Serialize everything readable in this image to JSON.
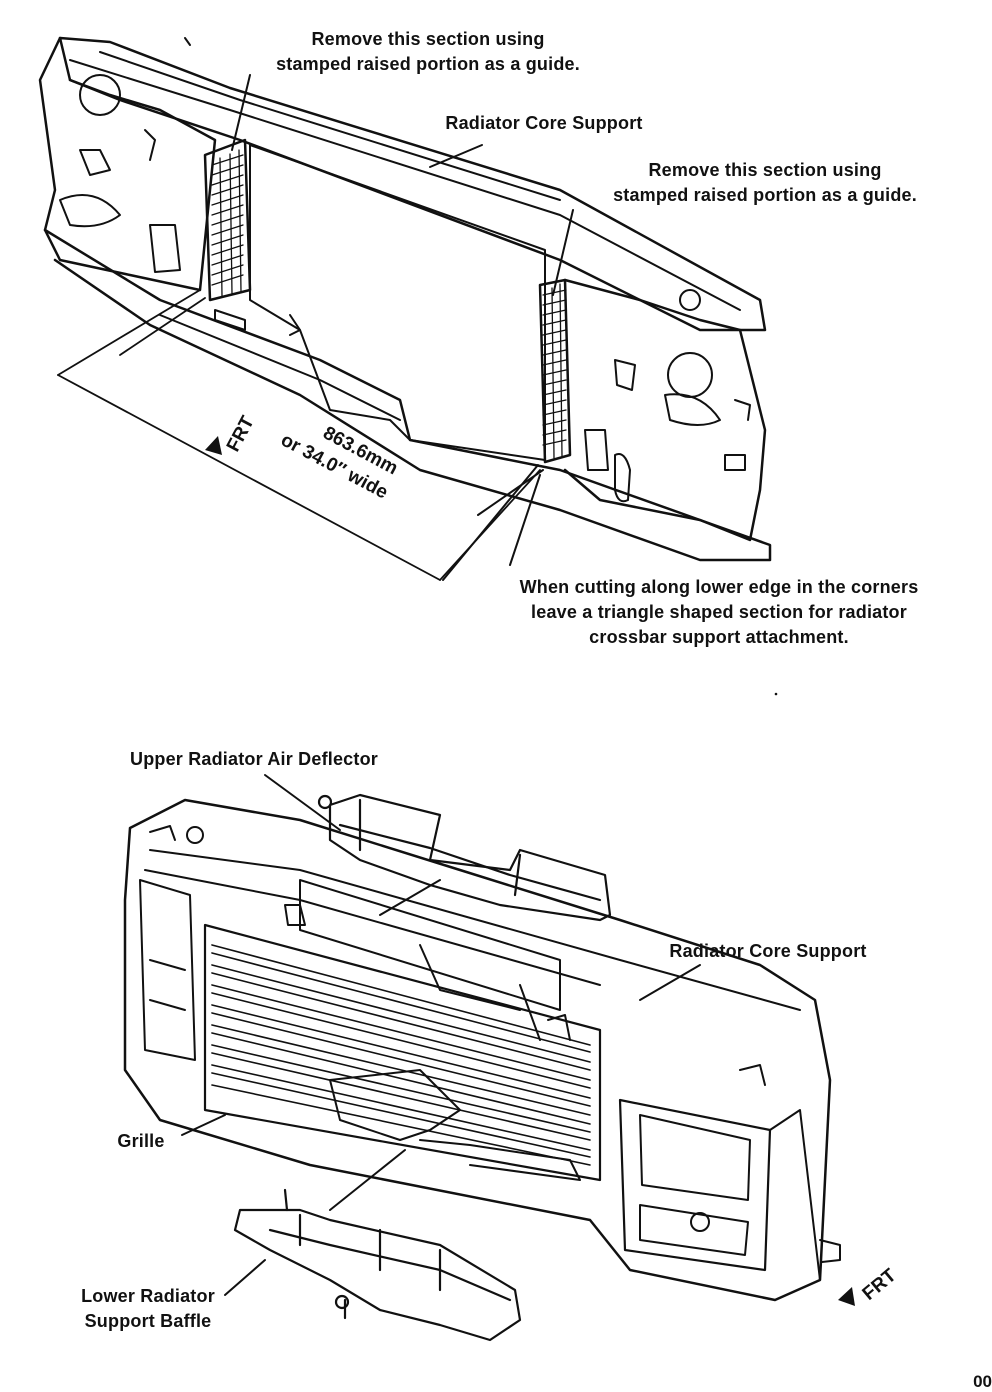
{
  "figure_top": {
    "callout_left": [
      "Remove this section using",
      "stamped raised portion as a guide."
    ],
    "title": "Radiator Core Support",
    "callout_right": [
      "Remove this section using",
      "stamped raised portion as a guide."
    ],
    "front_marker": "FRT",
    "dimension": [
      "863.6mm",
      "or 34.0″ wide"
    ],
    "note": [
      "When cutting along lower edge in the corners",
      "leave a triangle shaped section for radiator",
      "crossbar support attachment."
    ]
  },
  "figure_bottom": {
    "upper_deflector": "Upper Radiator Air Deflector",
    "core_support": "Radiator Core Support",
    "grille": "Grille",
    "lower_baffle": [
      "Lower Radiator",
      "Support Baffle"
    ],
    "front_marker": "FRT"
  },
  "page_number": "00"
}
